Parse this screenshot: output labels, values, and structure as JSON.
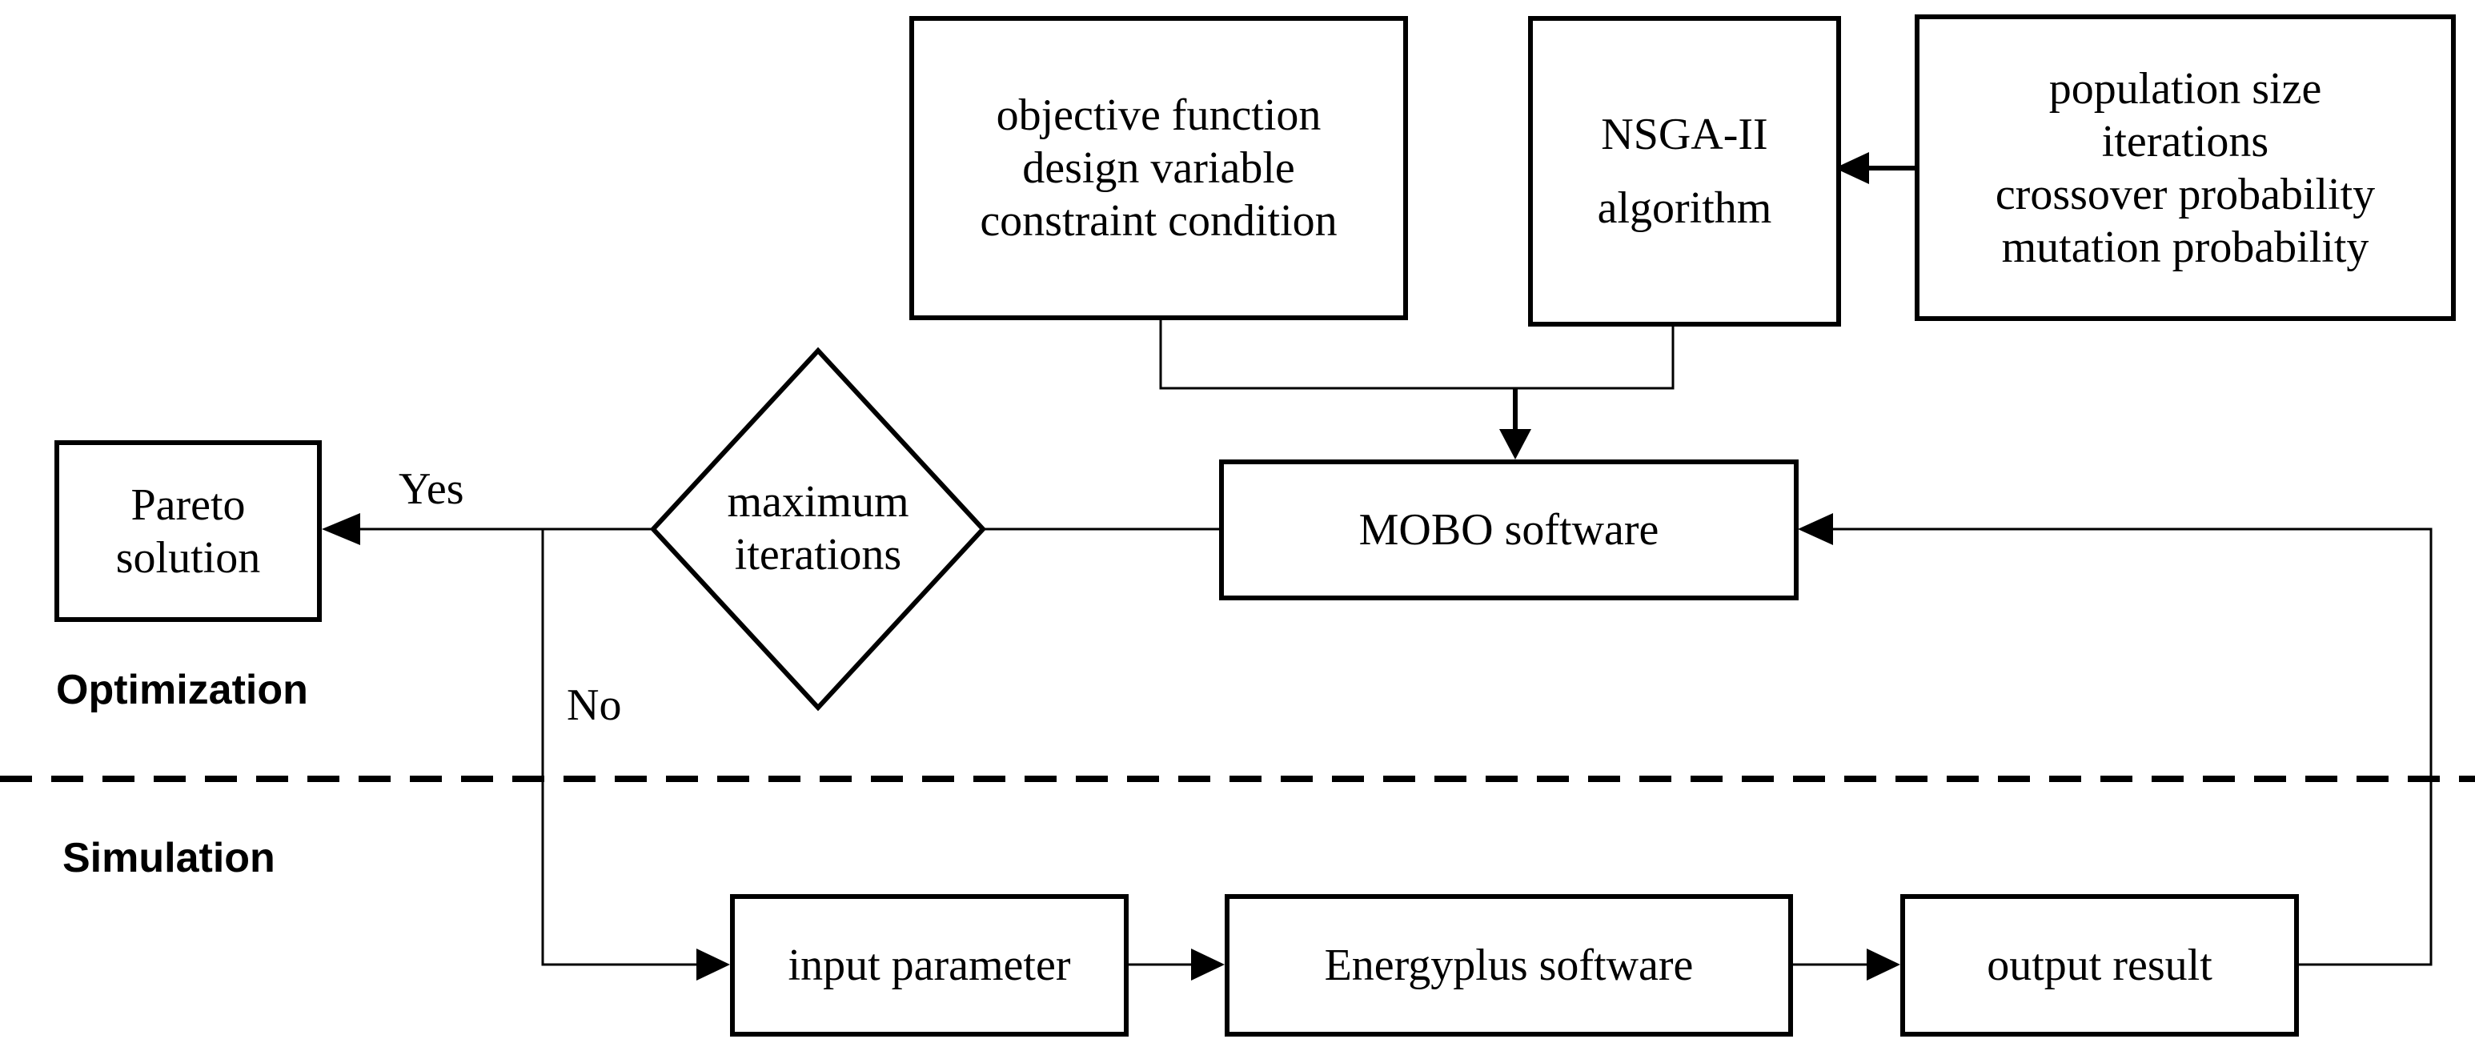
{
  "boxes": {
    "objective": {
      "lines": [
        "objective function",
        "design variable",
        "constraint condition"
      ]
    },
    "nsga": {
      "lines": [
        "NSGA-II",
        "algorithm"
      ]
    },
    "params": {
      "lines": [
        "population size",
        "iterations",
        "crossover probability",
        "mutation probability"
      ]
    },
    "mobo": {
      "lines": [
        "MOBO software"
      ]
    },
    "pareto": {
      "lines": [
        "Pareto",
        "solution"
      ]
    },
    "input": {
      "lines": [
        "input parameter"
      ]
    },
    "energyplus": {
      "lines": [
        "Energyplus software"
      ]
    },
    "output": {
      "lines": [
        "output result"
      ]
    }
  },
  "decision": {
    "lines": [
      "maximum",
      "iterations"
    ]
  },
  "labels": {
    "yes": "Yes",
    "no": "No"
  },
  "sections": {
    "optimization": "Optimization",
    "simulation": "Simulation"
  },
  "colors": {
    "stroke": "#000000",
    "background": "#ffffff"
  }
}
